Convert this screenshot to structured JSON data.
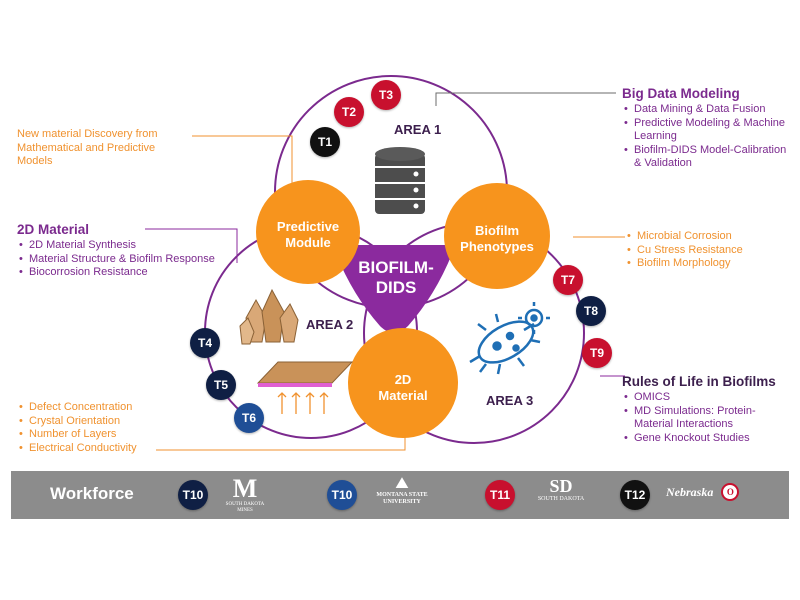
{
  "center": {
    "line1": "BIOFILM-",
    "line2": "DIDS"
  },
  "modules": {
    "predictive": {
      "line1": "Predictive",
      "line2": "Module"
    },
    "biofilm": {
      "line1": "Biofilm",
      "line2": "Phenotypes"
    },
    "material": {
      "line1": "2D",
      "line2": "Material"
    }
  },
  "areas": {
    "area1": "AREA 1",
    "area2": "AREA 2",
    "area3": "AREA 3"
  },
  "badges": [
    "T1",
    "T2",
    "T3",
    "T4",
    "T5",
    "T6",
    "T7",
    "T8",
    "T9"
  ],
  "big_data": {
    "title": "Big Data Modeling",
    "items": [
      "Data Mining & Data Fusion",
      "Predictive Modeling & Machine Learning",
      "Biofilm-DIDS Model-Calibration & Validation"
    ]
  },
  "new_material_note": "New material Discovery from Mathematical and Predictive Models",
  "material_2d": {
    "title": "2D Material",
    "items": [
      "2D Material Synthesis",
      "Material Structure & Biofilm Response",
      "Biocorrosion Resistance"
    ]
  },
  "biofilm_notes": [
    "Microbial Corrosion",
    "Cu Stress Resistance",
    "Biofilm Morphology"
  ],
  "material_notes": [
    "Defect Concentration",
    "Crystal Orientation",
    "Number of Layers",
    "Electrical Conductivity"
  ],
  "rules": {
    "title": "Rules of Life in Biofilms",
    "items": [
      "OMICS",
      "MD Simulations: Protein-Material Interactions",
      "Gene Knockout Studies"
    ]
  },
  "workforce": {
    "title": "Workforce",
    "badges": [
      "T10",
      "T10",
      "T11",
      "T12"
    ],
    "logos": {
      "mines": "SOUTH DAKOTA MINES",
      "montana": "MONTANA STATE UNIVERSITY",
      "usd": "SOUTH DAKOTA",
      "unl": "Nebraska"
    }
  },
  "colors": {
    "orange": "#f7941d",
    "purple": "#8b2a9e",
    "dark_purple": "#3c1f4d",
    "red": "#c8102e",
    "navy": "#0f1f44",
    "blue": "#1f4e96",
    "bar_gray": "#8c8c8c"
  }
}
